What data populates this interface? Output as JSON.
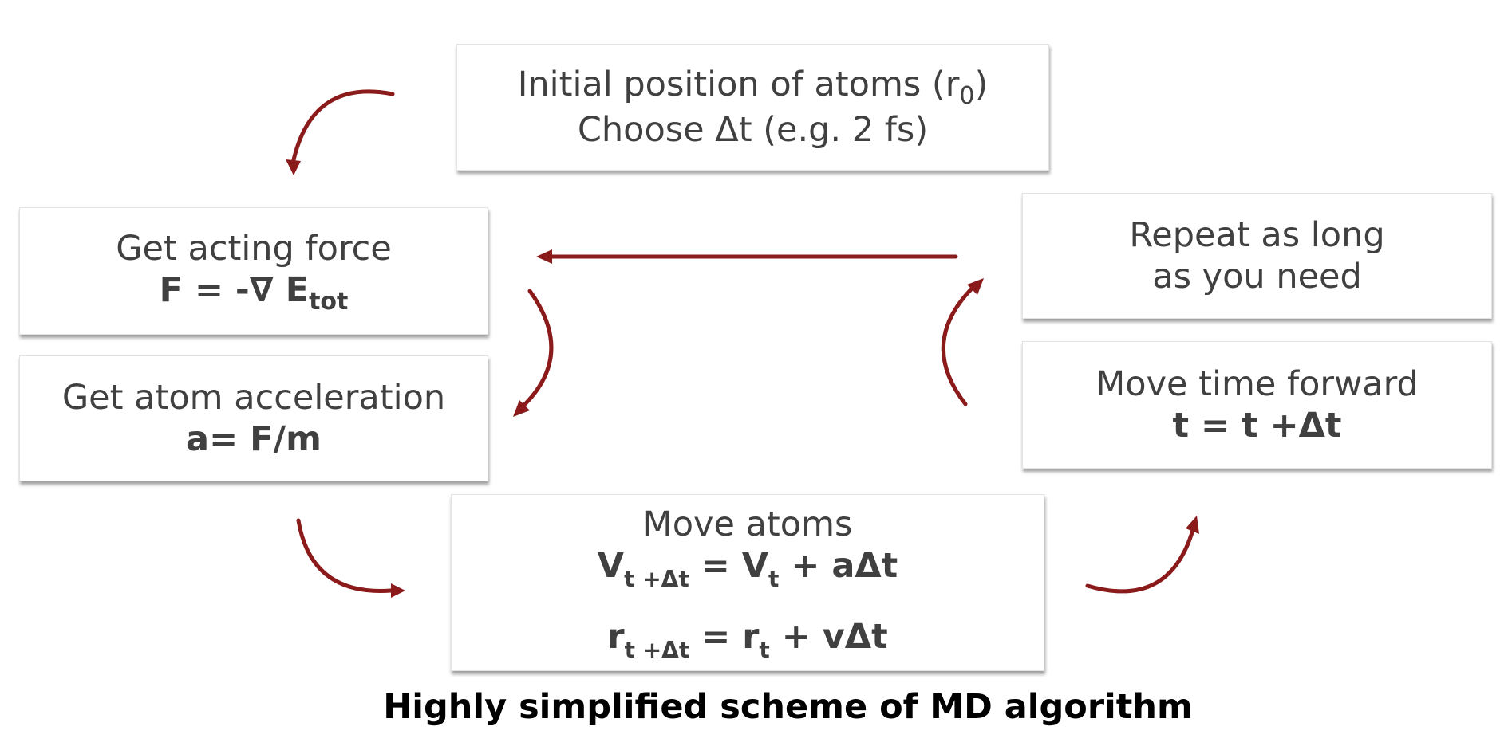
{
  "caption": "Highly simplified scheme of MD algorithm",
  "boxes": {
    "initial": {
      "line1_pre": "Initial position of atoms (r",
      "line1_sub": "0",
      "line1_post": ")",
      "line2": "Choose Δt (e.g. 2 fs)"
    },
    "force": {
      "title": "Get acting force",
      "eq_main": "F = -∇ E",
      "eq_sub": "tot"
    },
    "accel": {
      "title": "Get atom acceleration",
      "eq": "a= F/m"
    },
    "move_atoms": {
      "title": "Move atoms",
      "eq1_a": "V",
      "eq1_a_sub": "t +Δt",
      "eq1_b": " = V",
      "eq1_b_sub": "t",
      "eq1_c": " + aΔt",
      "eq2_a": "r",
      "eq2_a_sub": "t +Δt",
      "eq2_b": " = r",
      "eq2_b_sub": "t",
      "eq2_c": " + vΔt"
    },
    "time": {
      "title": "Move time forward",
      "eq": "t = t +Δt"
    },
    "repeat": {
      "line1": "Repeat as long",
      "line2": "as you need"
    }
  },
  "colors": {
    "arrow": "#8b1a1a",
    "text": "#404040",
    "caption": "#000000"
  }
}
